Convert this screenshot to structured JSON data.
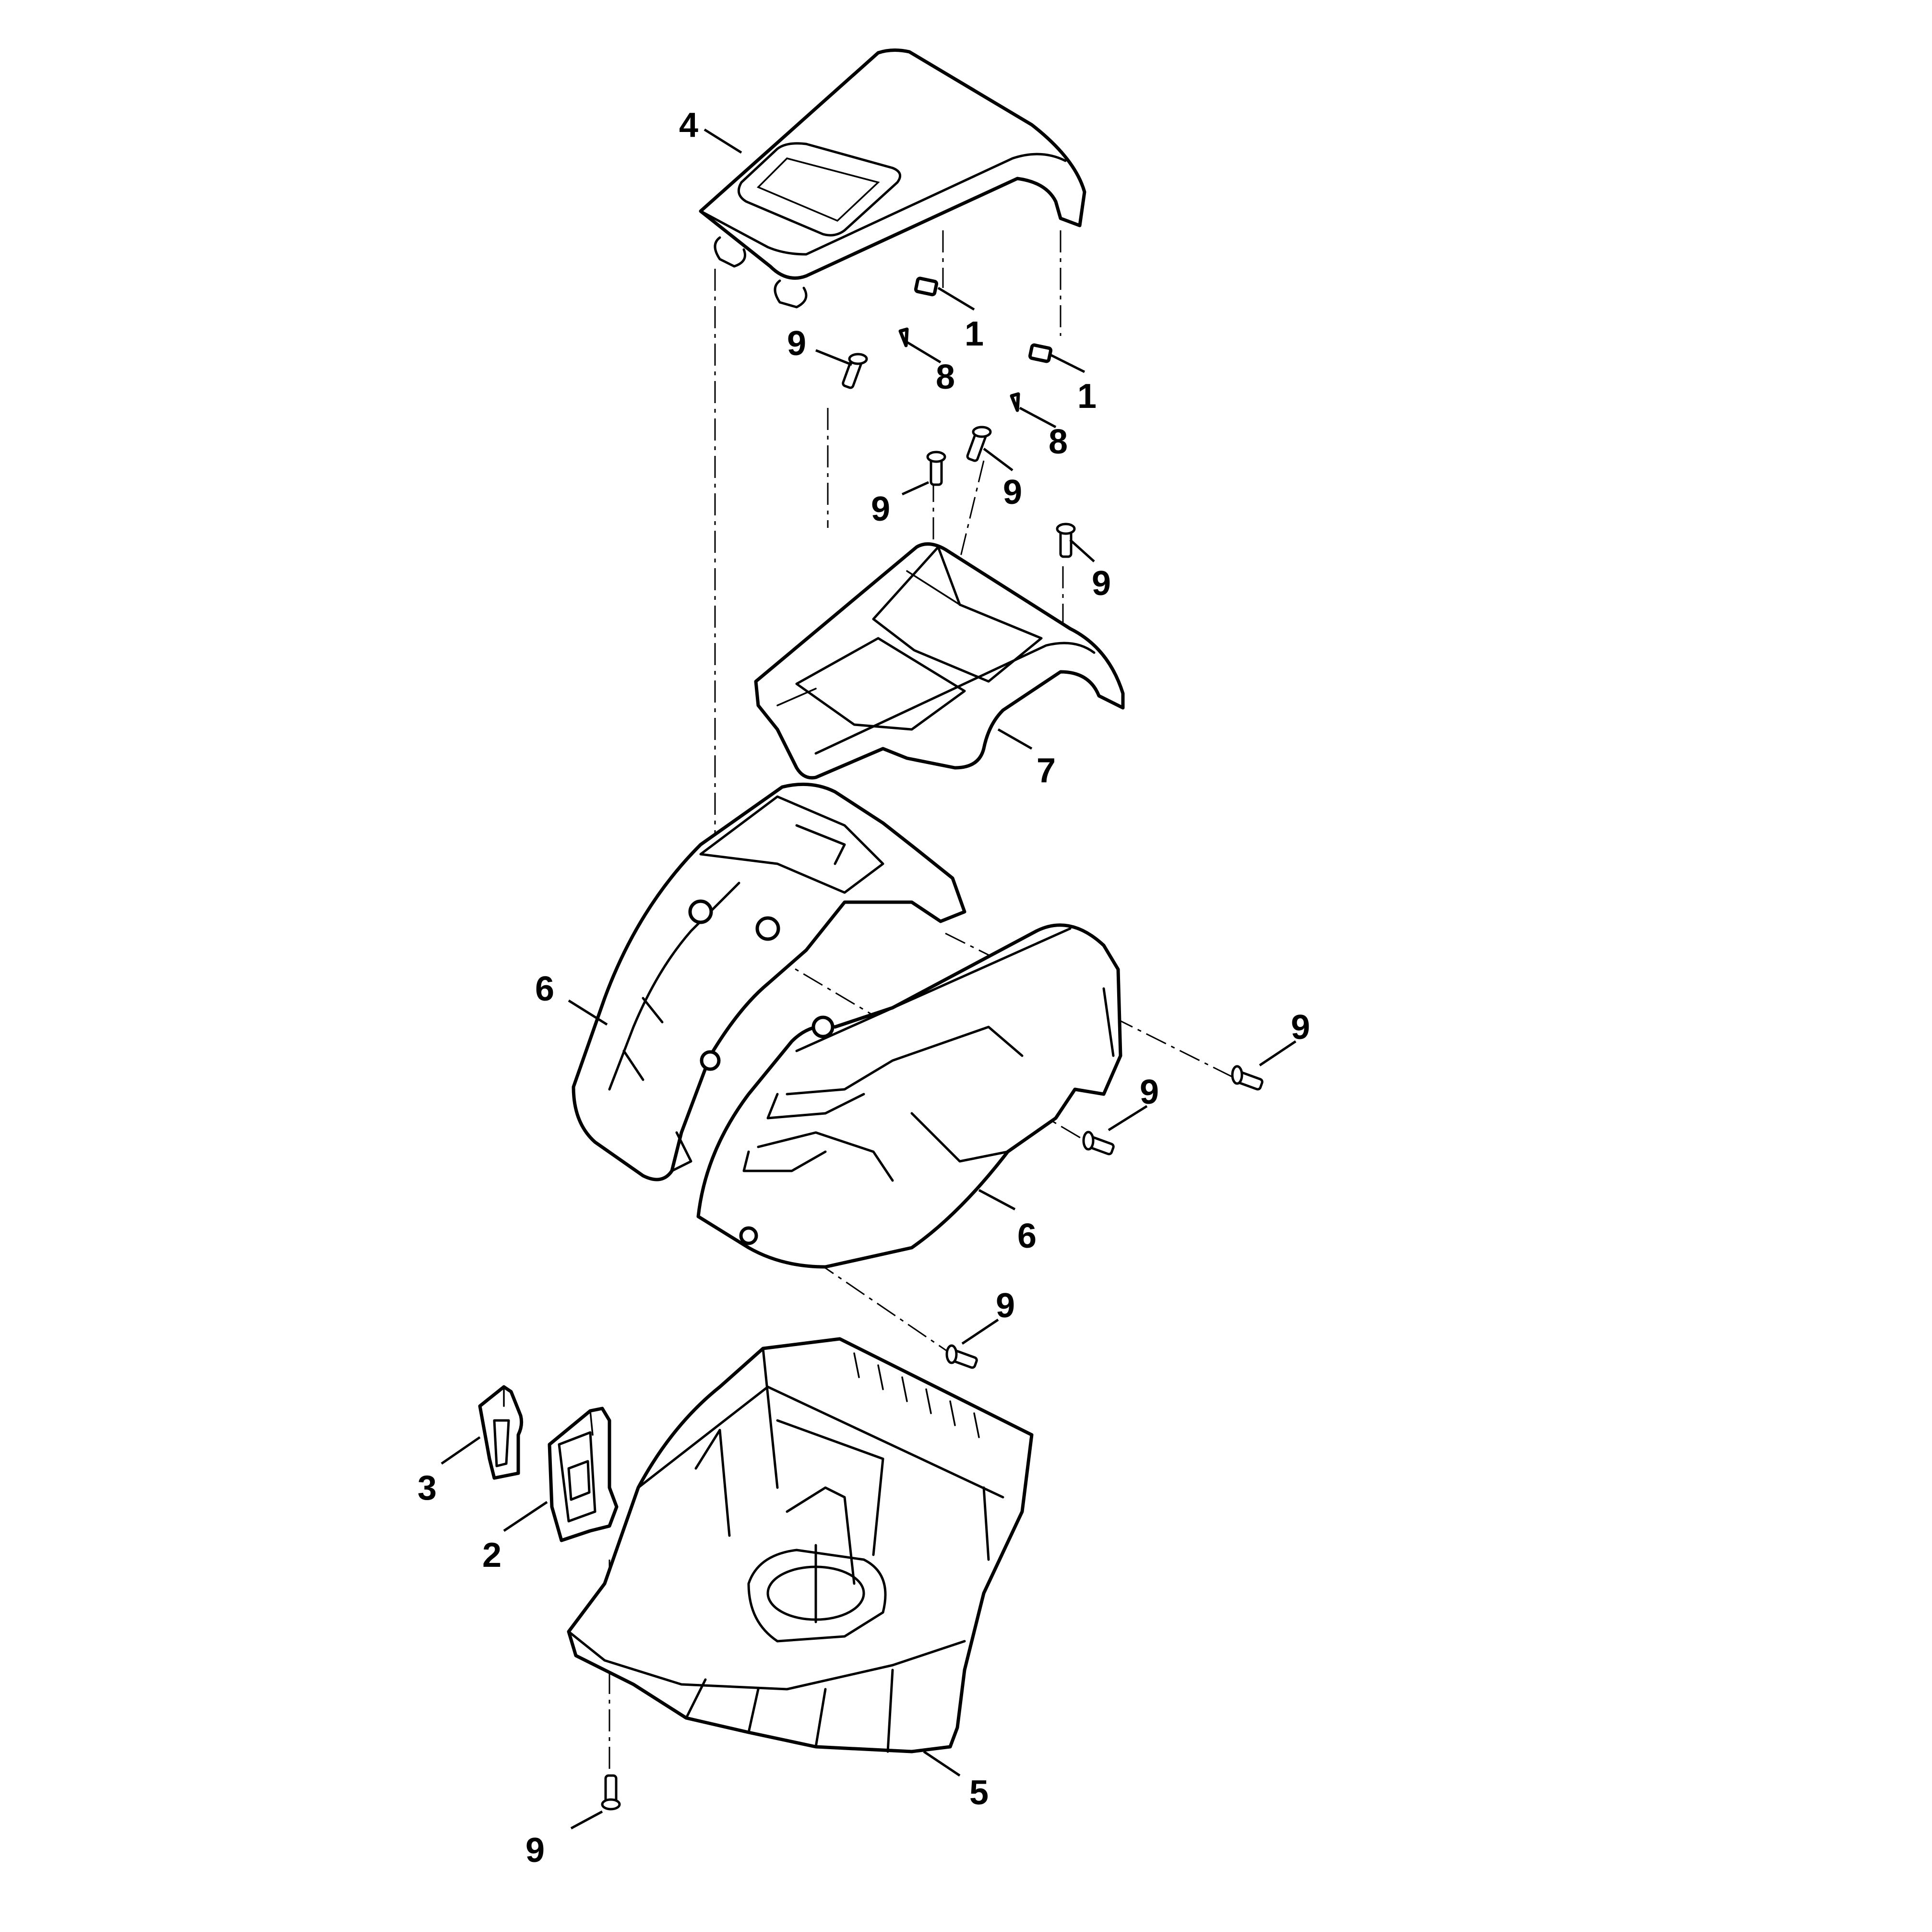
{
  "diagram": {
    "type": "exploded-parts-view",
    "line_color": "#000000",
    "background": "#ffffff",
    "callouts": [
      {
        "id": "c4",
        "text": "4"
      },
      {
        "id": "c1a",
        "text": "1"
      },
      {
        "id": "c1b",
        "text": "1"
      },
      {
        "id": "c8a",
        "text": "8"
      },
      {
        "id": "c8b",
        "text": "8"
      },
      {
        "id": "c9a",
        "text": "9"
      },
      {
        "id": "c9b",
        "text": "9"
      },
      {
        "id": "c9c",
        "text": "9"
      },
      {
        "id": "c9d",
        "text": "9"
      },
      {
        "id": "c7",
        "text": "7"
      },
      {
        "id": "c6a",
        "text": "6"
      },
      {
        "id": "c6b",
        "text": "6"
      },
      {
        "id": "c9e",
        "text": "9"
      },
      {
        "id": "c9f",
        "text": "9"
      },
      {
        "id": "c9g",
        "text": "9"
      },
      {
        "id": "c3",
        "text": "3"
      },
      {
        "id": "c2",
        "text": "2"
      },
      {
        "id": "c5",
        "text": "5"
      },
      {
        "id": "c9h",
        "text": "9"
      }
    ]
  }
}
